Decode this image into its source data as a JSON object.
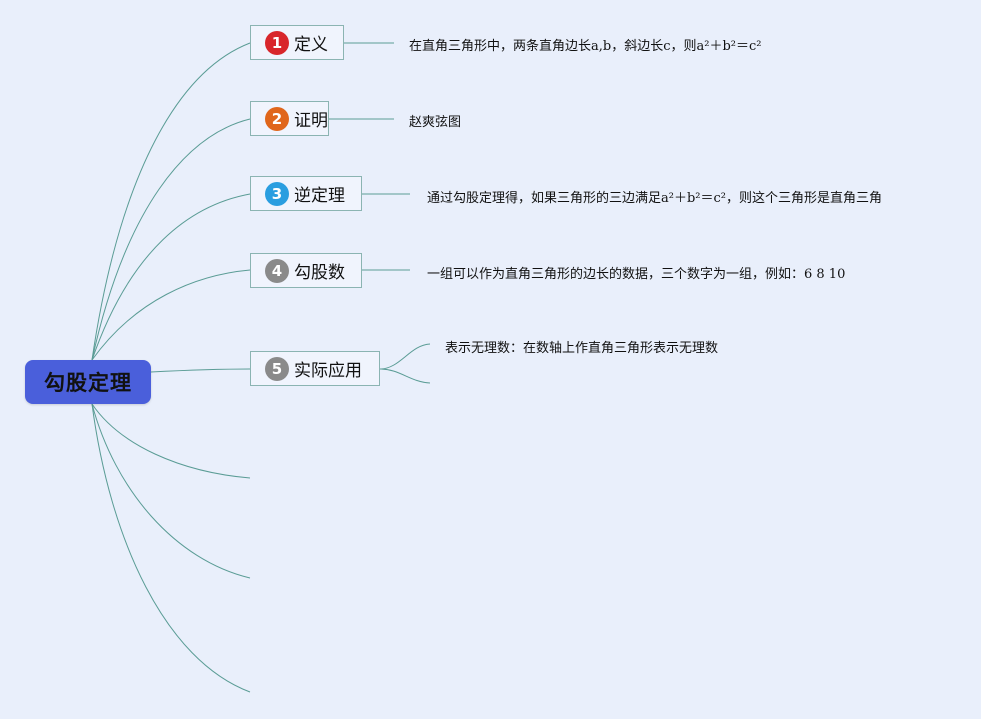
{
  "root": {
    "label": "勾股定理"
  },
  "colors": {
    "root_bg": "#4a5fdb",
    "line": "#5a9c95",
    "topic_border": "#8bb4b2",
    "badge_red": "#d8262b",
    "badge_orange": "#e0661b",
    "badge_blue": "#2a9ee0",
    "badge_gray": "#8a8a8a"
  },
  "topics": [
    {
      "num": "1",
      "label": "定义",
      "badge_color": "#d8262b",
      "detail": "在直角三角形中，两条直角边长a,b，斜边长c，则a²＋b²＝c²"
    },
    {
      "num": "2",
      "label": "证明",
      "badge_color": "#e0661b",
      "detail": "赵爽弦图"
    },
    {
      "num": "3",
      "label": "逆定理",
      "badge_color": "#2a9ee0",
      "detail": "通过勾股定理得，如果三角形的三边满足a²＋b²＝c²，则这个三角形是直角三角"
    },
    {
      "num": "4",
      "label": "勾股数",
      "badge_color": "#8a8a8a",
      "detail": "一组可以作为直角三角形的边长的数据，三个数字为一组，例如：6 8 10"
    },
    {
      "num": "5",
      "label": "实际应用",
      "badge_color": "#8a8a8a",
      "detail": "表示无理数：在数轴上作直角三角形表示无理数"
    }
  ]
}
